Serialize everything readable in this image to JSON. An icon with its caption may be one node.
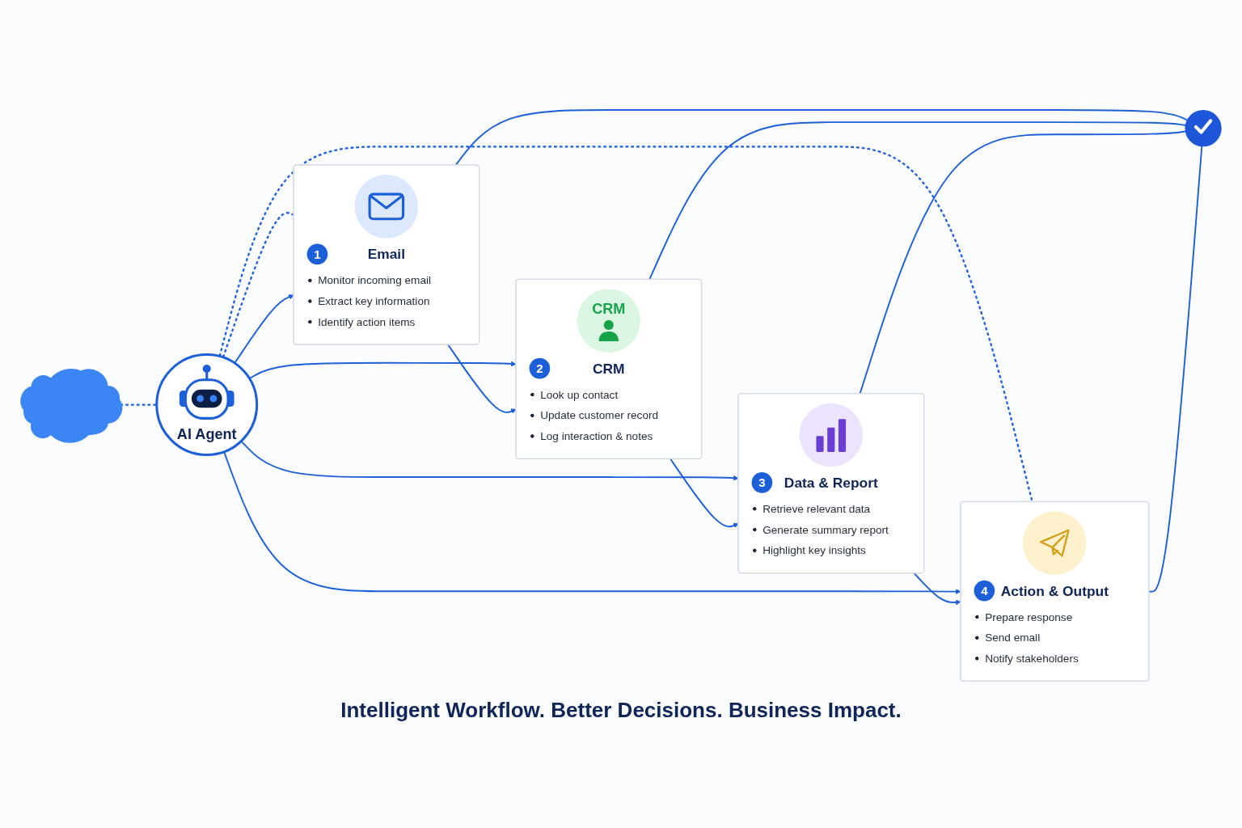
{
  "diagram": {
    "nodes": [
      {
        "text": [],
        "shape": "cloud"
      },
      {
        "text": [
          "AI Agent"
        ]
      },
      {
        "text": [
          "1",
          "Email",
          "Monitor incoming email",
          "Extract key information",
          "Identify action items"
        ]
      },
      {
        "text": [
          "CRM",
          "2",
          "CRM",
          "Look up contact",
          "Update customer record",
          "Log interaction & notes"
        ]
      },
      {
        "text": [
          "3",
          "Data & Report",
          "Retrieve relevant data",
          "Generate summary report",
          "Highlight key insights"
        ]
      },
      {
        "text": [
          "4",
          "Action & Output",
          "Prepare response",
          "Send email",
          "Notify stakeholders"
        ]
      },
      {
        "text": [],
        "shape": "circle"
      }
    ],
    "edges": [
      {
        "from": 0,
        "to": 1,
        "arrow": "none",
        "style": "dashed"
      },
      {
        "from": 1,
        "to": 2,
        "arrow": "none",
        "style": "dashed"
      },
      {
        "from": 1,
        "to": 5,
        "arrow": "none",
        "style": "dashed"
      },
      {
        "from": 1,
        "to": 2,
        "arrow": "to"
      },
      {
        "from": 1,
        "to": 3,
        "arrow": "to"
      },
      {
        "from": 1,
        "to": 4,
        "arrow": "to"
      },
      {
        "from": 1,
        "to": 5,
        "arrow": "to"
      },
      {
        "from": 2,
        "to": 3,
        "arrow": "to"
      },
      {
        "from": 3,
        "to": 4,
        "arrow": "to"
      },
      {
        "from": 4,
        "to": 5,
        "arrow": "to"
      },
      {
        "from": 2,
        "to": 6,
        "arrow": "none"
      },
      {
        "from": 3,
        "to": 6,
        "arrow": "none"
      },
      {
        "from": 4,
        "to": 6,
        "arrow": "none"
      },
      {
        "from": 5,
        "to": 6,
        "arrow": "none"
      }
    ],
    "caption": "Intelligent Workflow. Better Decisions. Business Impact."
  }
}
